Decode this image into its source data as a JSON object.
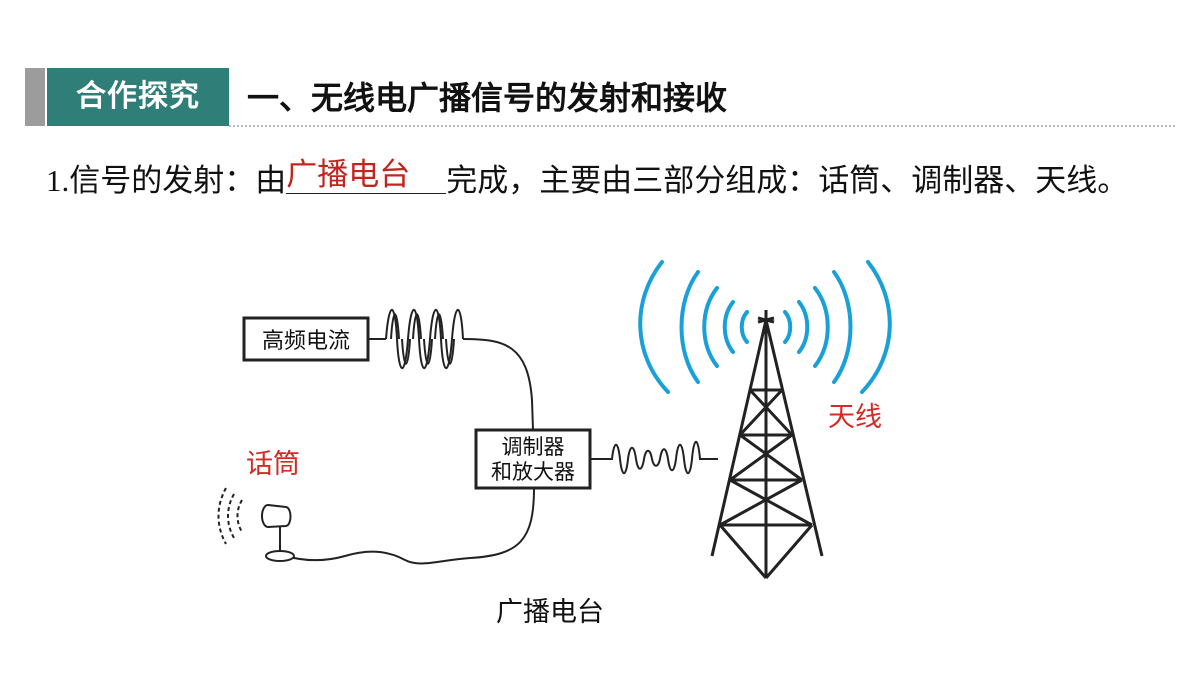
{
  "header": {
    "badge": "合作探究",
    "title": "一、无线电广播信号的发射和接收"
  },
  "paragraph": {
    "number": "1.",
    "prefix": "信号的发射：由",
    "answer": "广播电台",
    "suffix": "完成，主要由三部分组成：话筒、调制器、天线。"
  },
  "diagram": {
    "box_hf": "高频电流",
    "box_mod_line1": "调制器",
    "box_mod_line2": "和放大器",
    "label_mic": "话筒",
    "label_antenna": "天线",
    "caption": "广播电台",
    "colors": {
      "signal": "#1aa0d8",
      "label_red": "#d42a25",
      "header_teal": "#2f7e78"
    }
  }
}
